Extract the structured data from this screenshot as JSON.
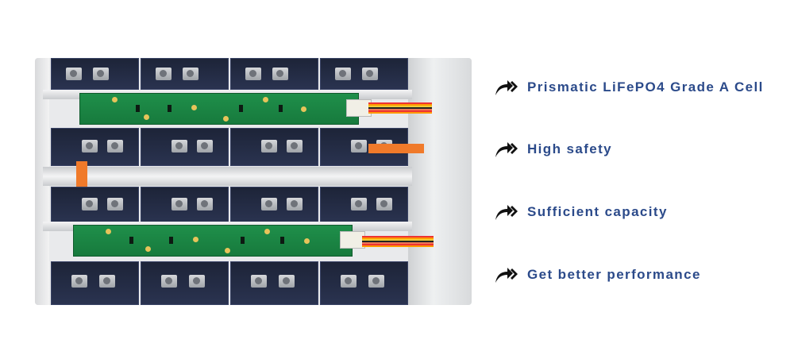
{
  "photo": {
    "description_icon": "battery-module-photo"
  },
  "features": [
    {
      "icon": "double-arrow-icon",
      "label": "Prismatic LiFePO4 Grade A Cell"
    },
    {
      "icon": "double-arrow-icon",
      "label": "High safety"
    },
    {
      "icon": "double-arrow-icon",
      "label": "Sufficient capacity"
    },
    {
      "icon": "double-arrow-icon",
      "label": "Get better performance"
    }
  ],
  "colors": {
    "text": "#2b4a8a",
    "icon": "#111111",
    "pcb": "#1f8f4a",
    "cell": "#1d2438"
  }
}
